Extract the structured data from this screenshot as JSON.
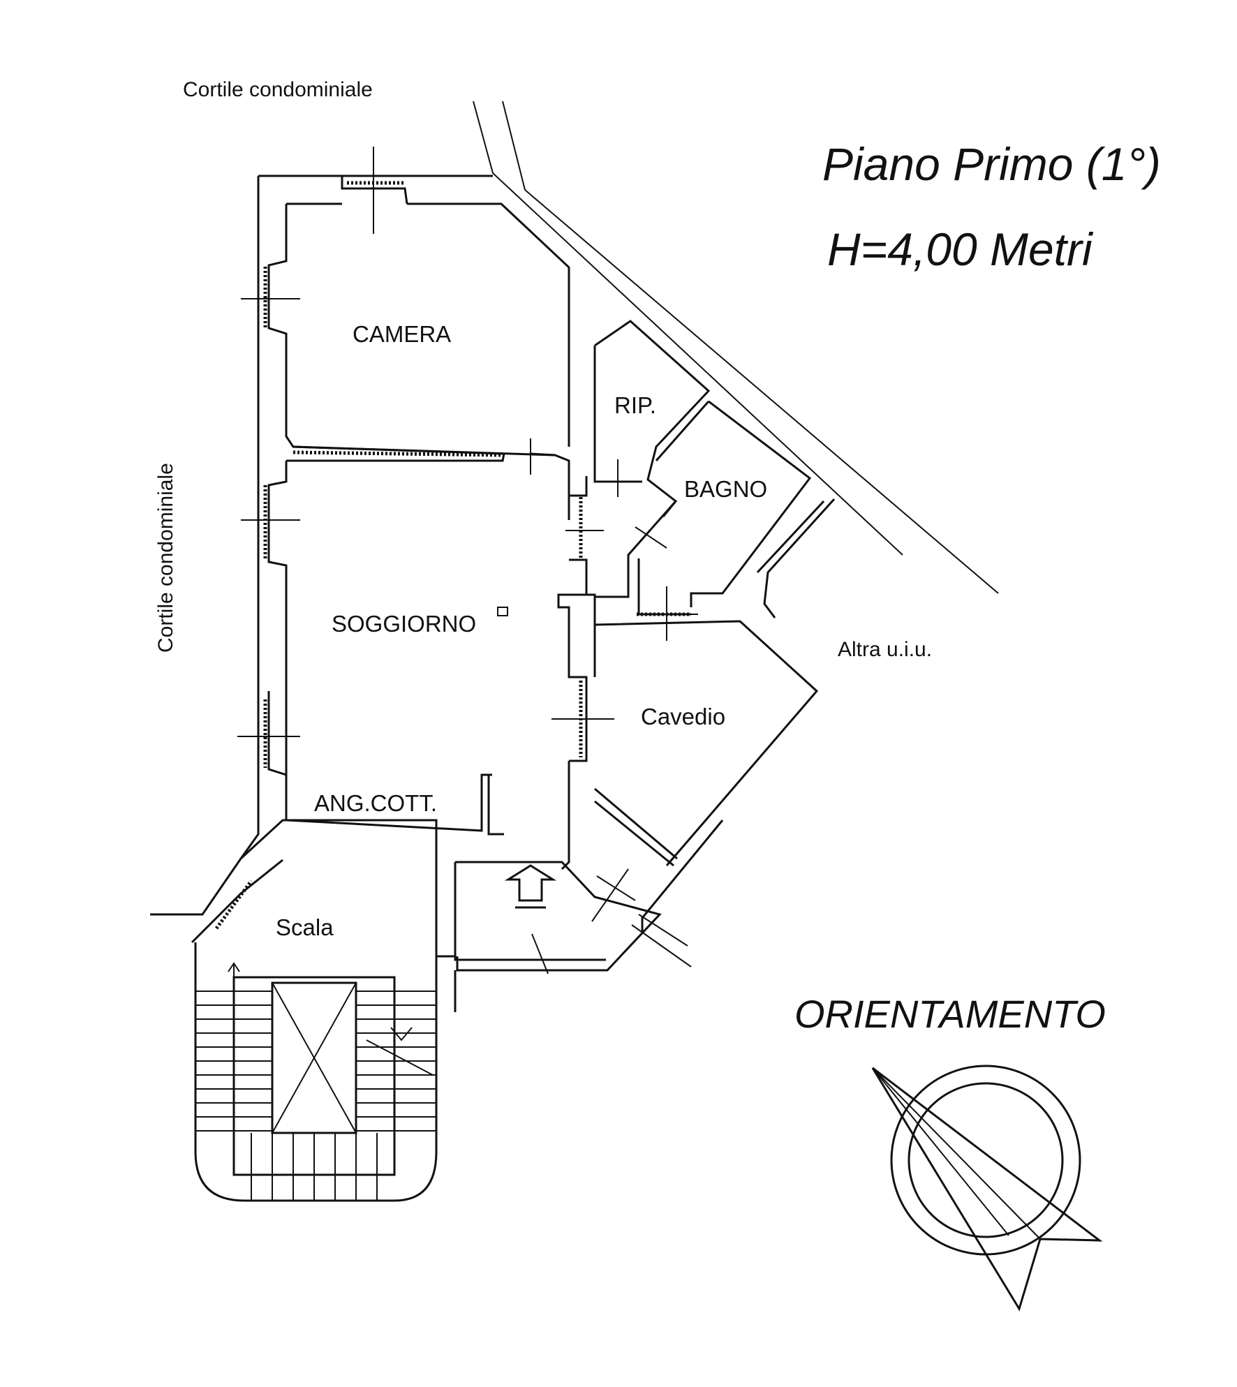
{
  "plan": {
    "title": "Piano Primo (1°)",
    "height": "H=4,00 Metri",
    "top_label": "Cortile condominiale",
    "side_label": "Cortile condominiale",
    "orientation_label": "ORIENTAMENTO",
    "rooms": {
      "camera": "CAMERA",
      "rip": "RIP.",
      "bagno": "BAGNO",
      "soggiorno": "SOGGIORNO",
      "cavedio": "Cavedio",
      "ang_cott": "ANG.COTT.",
      "scale": "Scala",
      "altra": "Altra u.i.u."
    }
  },
  "colors": {
    "ink": "#111111",
    "background": "#ffffff"
  },
  "icons": [
    "entrance-arrow-icon",
    "compass-rose-icon"
  ]
}
